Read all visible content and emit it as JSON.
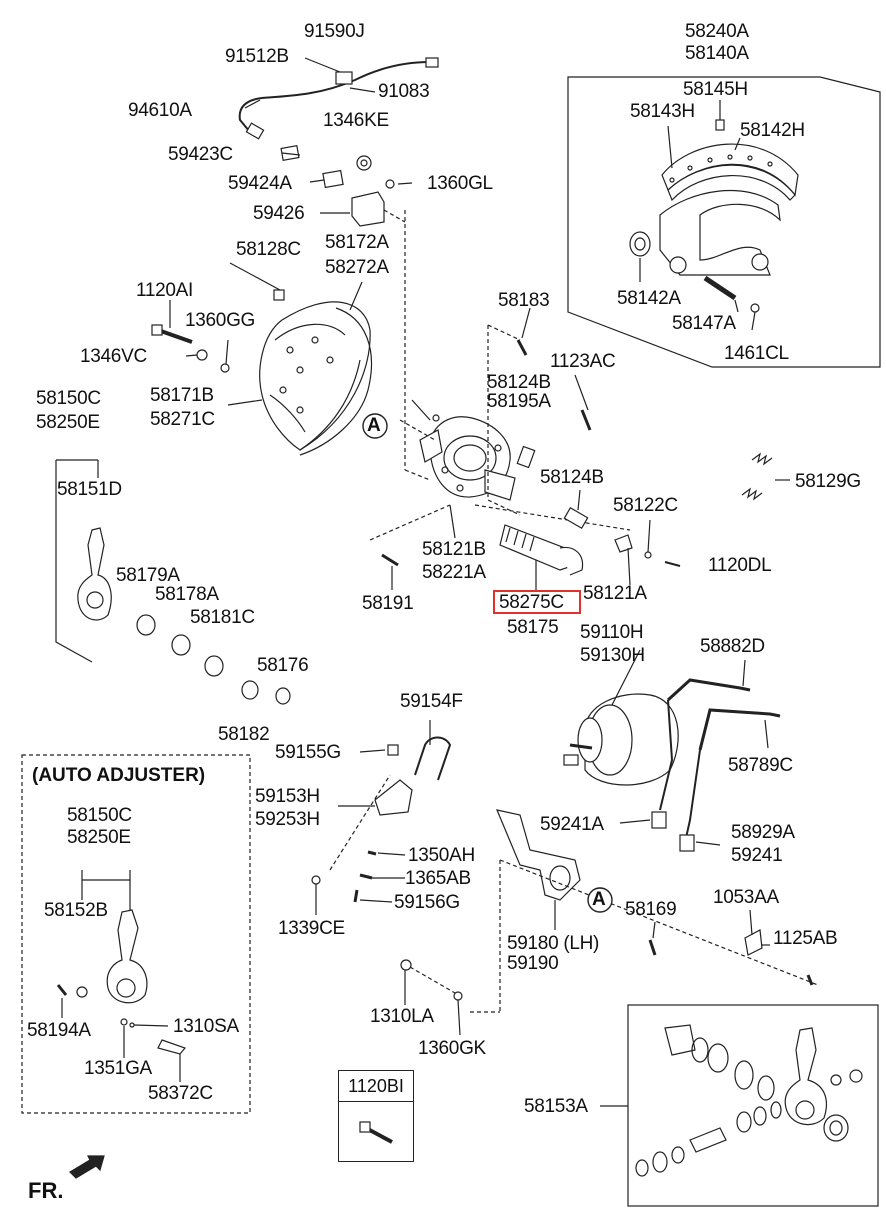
{
  "diagram": {
    "labels": {
      "p91590J": "91590J",
      "p91512B": "91512B",
      "p91083": "91083",
      "p94610A": "94610A",
      "p1346KE": "1346KE",
      "p59423C": "59423C",
      "p59424A": "59424A",
      "p1360GL": "1360GL",
      "p59426": "59426",
      "p58172A": "58172A",
      "p58272A": "58272A",
      "p58128C": "58128C",
      "p1120AI": "1120AI",
      "p1360GG": "1360GG",
      "p1346VC": "1346VC",
      "p58150C": "58150C",
      "p58250E": "58250E",
      "p58171B": "58171B",
      "p58271C": "58271C",
      "p58151D": "58151D",
      "p58179A": "58179A",
      "p58178A": "58178A",
      "p58181C": "58181C",
      "p58176": "58176",
      "p58182": "58182",
      "p58240A": "58240A",
      "p58140A": "58140A",
      "p58145H": "58145H",
      "p58143H": "58143H",
      "p58142H": "58142H",
      "p58142A": "58142A",
      "p58147A": "58147A",
      "p1461CL": "1461CL",
      "p58183": "58183",
      "p1123AC": "1123AC",
      "p58124B_a": "58124B",
      "p58195A": "58195A",
      "p58124B_b": "58124B",
      "p58129G": "58129G",
      "p58122C": "58122C",
      "p1120DL": "1120DL",
      "p58121B": "58121B",
      "p58221A": "58221A",
      "p58191": "58191",
      "p58275C": "58275C",
      "p58175": "58175",
      "p58121A": "58121A",
      "p59110H": "59110H",
      "p59130H": "59130H",
      "p58882D": "58882D",
      "p58789C": "58789C",
      "p59154F": "59154F",
      "p59155G": "59155G",
      "p59153H": "59153H",
      "p59253H": "59253H",
      "p59241A": "59241A",
      "p58929A": "58929A",
      "p59241": "59241",
      "p1350AH": "1350AH",
      "p1365AB": "1365AB",
      "p59156G": "59156G",
      "p1339CE": "1339CE",
      "p59180": "59180 (LH)",
      "p59190": "59190",
      "p58169": "58169",
      "p1053AA": "1053AA",
      "p1125AB": "1125AB",
      "p1310LA": "1310LA",
      "p1360GK": "1360GK",
      "p58153A": "58153A",
      "p58150C_b": "58150C",
      "p58250E_b": "58250E",
      "p58152B": "58152B",
      "p58194A": "58194A",
      "p1310SA": "1310SA",
      "p1351GA": "1351GA",
      "p58372C": "58372C"
    },
    "auto_adjuster_title": "(AUTO ADJUSTER)",
    "small_box_label": "1120BI",
    "callout_a": "A",
    "fr_label": "FR.",
    "highlighted_part": "58275C",
    "highlight_color": "#e0312b"
  }
}
